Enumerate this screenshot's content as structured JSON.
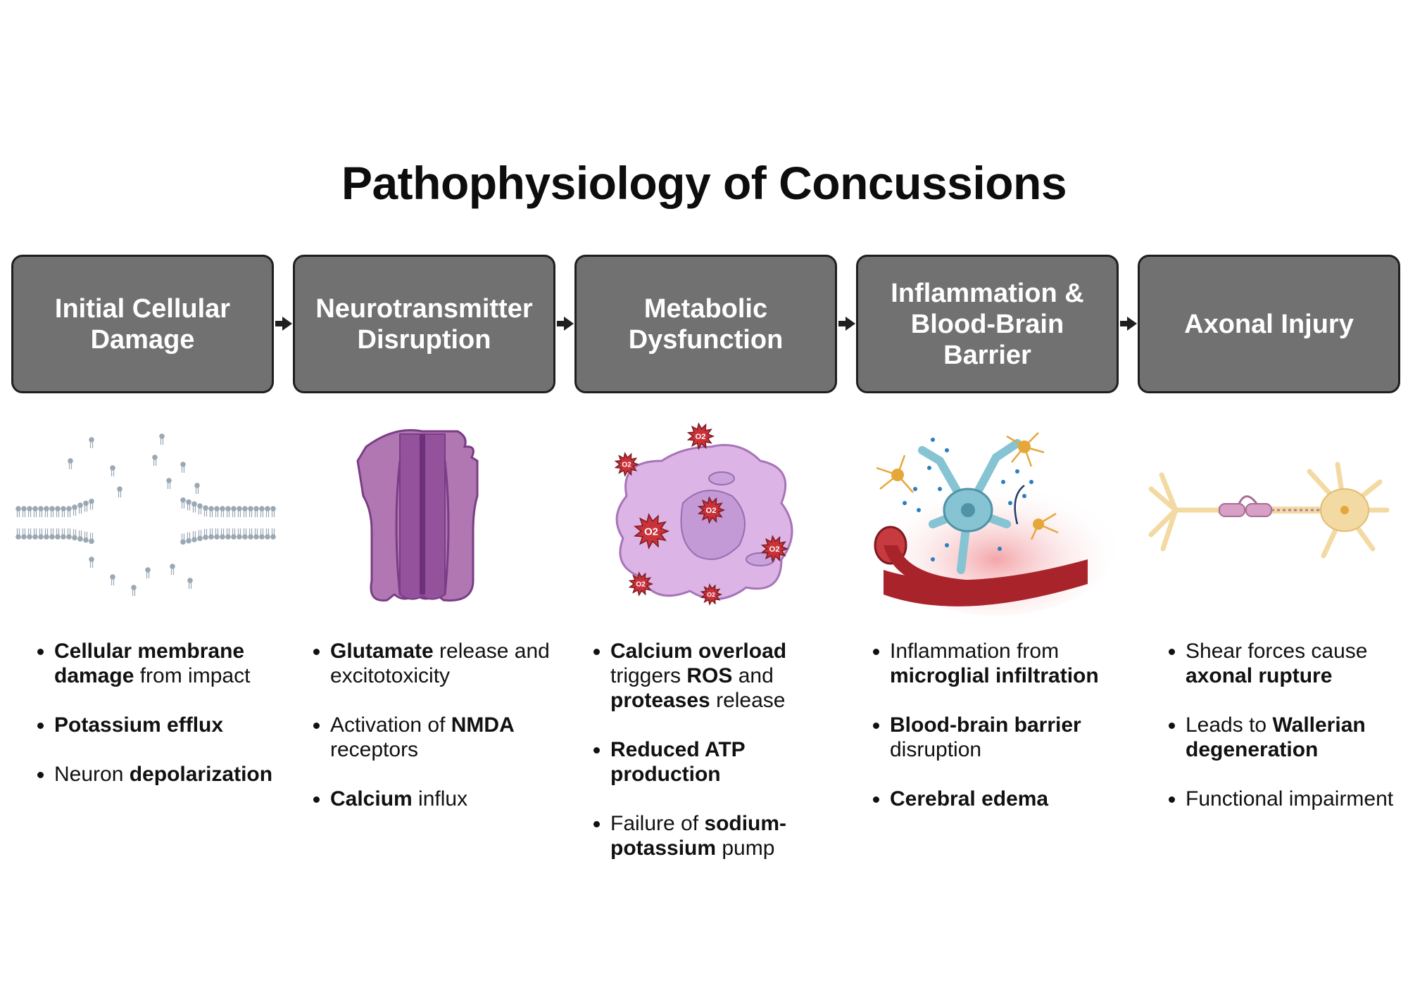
{
  "title": "Pathophysiology of Concussions",
  "stages": [
    {
      "title": "Initial Cellular Damage",
      "bullets": [
        [
          {
            "t": "Cellular membrane damage",
            "b": true
          },
          {
            "t": " from impact",
            "b": false
          }
        ],
        [
          {
            "t": "Potassium efflux",
            "b": true
          }
        ],
        [
          {
            "t": "Neuron ",
            "b": false
          },
          {
            "t": "depolarization",
            "b": true
          }
        ]
      ]
    },
    {
      "title": "Neurotransmitter Disruption",
      "bullets": [
        [
          {
            "t": "Glutamate",
            "b": true
          },
          {
            "t": " release and excitotoxicity",
            "b": false
          }
        ],
        [
          {
            "t": "Activation of ",
            "b": false
          },
          {
            "t": "NMDA",
            "b": true
          },
          {
            "t": " receptors",
            "b": false
          }
        ],
        [
          {
            "t": "Calcium",
            "b": true
          },
          {
            "t": " influx",
            "b": false
          }
        ]
      ]
    },
    {
      "title": "Metabolic Dysfunction",
      "bullets": [
        [
          {
            "t": "Calcium overload",
            "b": true
          },
          {
            "t": " triggers ",
            "b": false
          },
          {
            "t": "ROS",
            "b": true
          },
          {
            "t": " and ",
            "b": false
          },
          {
            "t": "proteases",
            "b": true
          },
          {
            "t": " release",
            "b": false
          }
        ],
        [
          {
            "t": "Reduced ATP production",
            "b": true
          }
        ],
        [
          {
            "t": "Failure of ",
            "b": false
          },
          {
            "t": "sodium-potassium",
            "b": true
          },
          {
            "t": " pump",
            "b": false
          }
        ]
      ]
    },
    {
      "title": "Inflammation & Blood-Brain Barrier",
      "bullets": [
        [
          {
            "t": "Inflammation from ",
            "b": false
          },
          {
            "t": "microglial infiltration",
            "b": true
          }
        ],
        [
          {
            "t": "Blood-brain barrier",
            "b": true
          },
          {
            "t": " disruption",
            "b": false
          }
        ],
        [
          {
            "t": "Cerebral edema",
            "b": true
          }
        ]
      ]
    },
    {
      "title": "Axonal Injury",
      "bullets": [
        [
          {
            "t": "Shear forces cause ",
            "b": false
          },
          {
            "t": "axonal rupture",
            "b": true
          }
        ],
        [
          {
            "t": "Leads to ",
            "b": false
          },
          {
            "t": "Wallerian degeneration",
            "b": true
          }
        ],
        [
          {
            "t": "Functional impairment",
            "b": false
          }
        ]
      ]
    }
  ],
  "ros_label": "O2",
  "colors": {
    "stage_fill": "#717171",
    "stage_border": "#1f1f1f",
    "membrane": "#9aa8b4",
    "receptor_light": "#b177b3",
    "receptor_dark": "#8c4a96",
    "cell": "#dcb5e6",
    "nucleus": "#c39ad6",
    "ros_star": "#c9323a",
    "microglia": "#e6a73a",
    "astrocyte": "#86c3d3",
    "vessel": "#a9232b",
    "neuron": "#f3d9a2",
    "myelin": "#d8a0c6"
  },
  "icons": [
    "cell-membrane-icon",
    "nmda-receptor-icon",
    "damaged-cell-ros-icon",
    "neuroinflammation-icon",
    "neuron-axon-icon"
  ]
}
